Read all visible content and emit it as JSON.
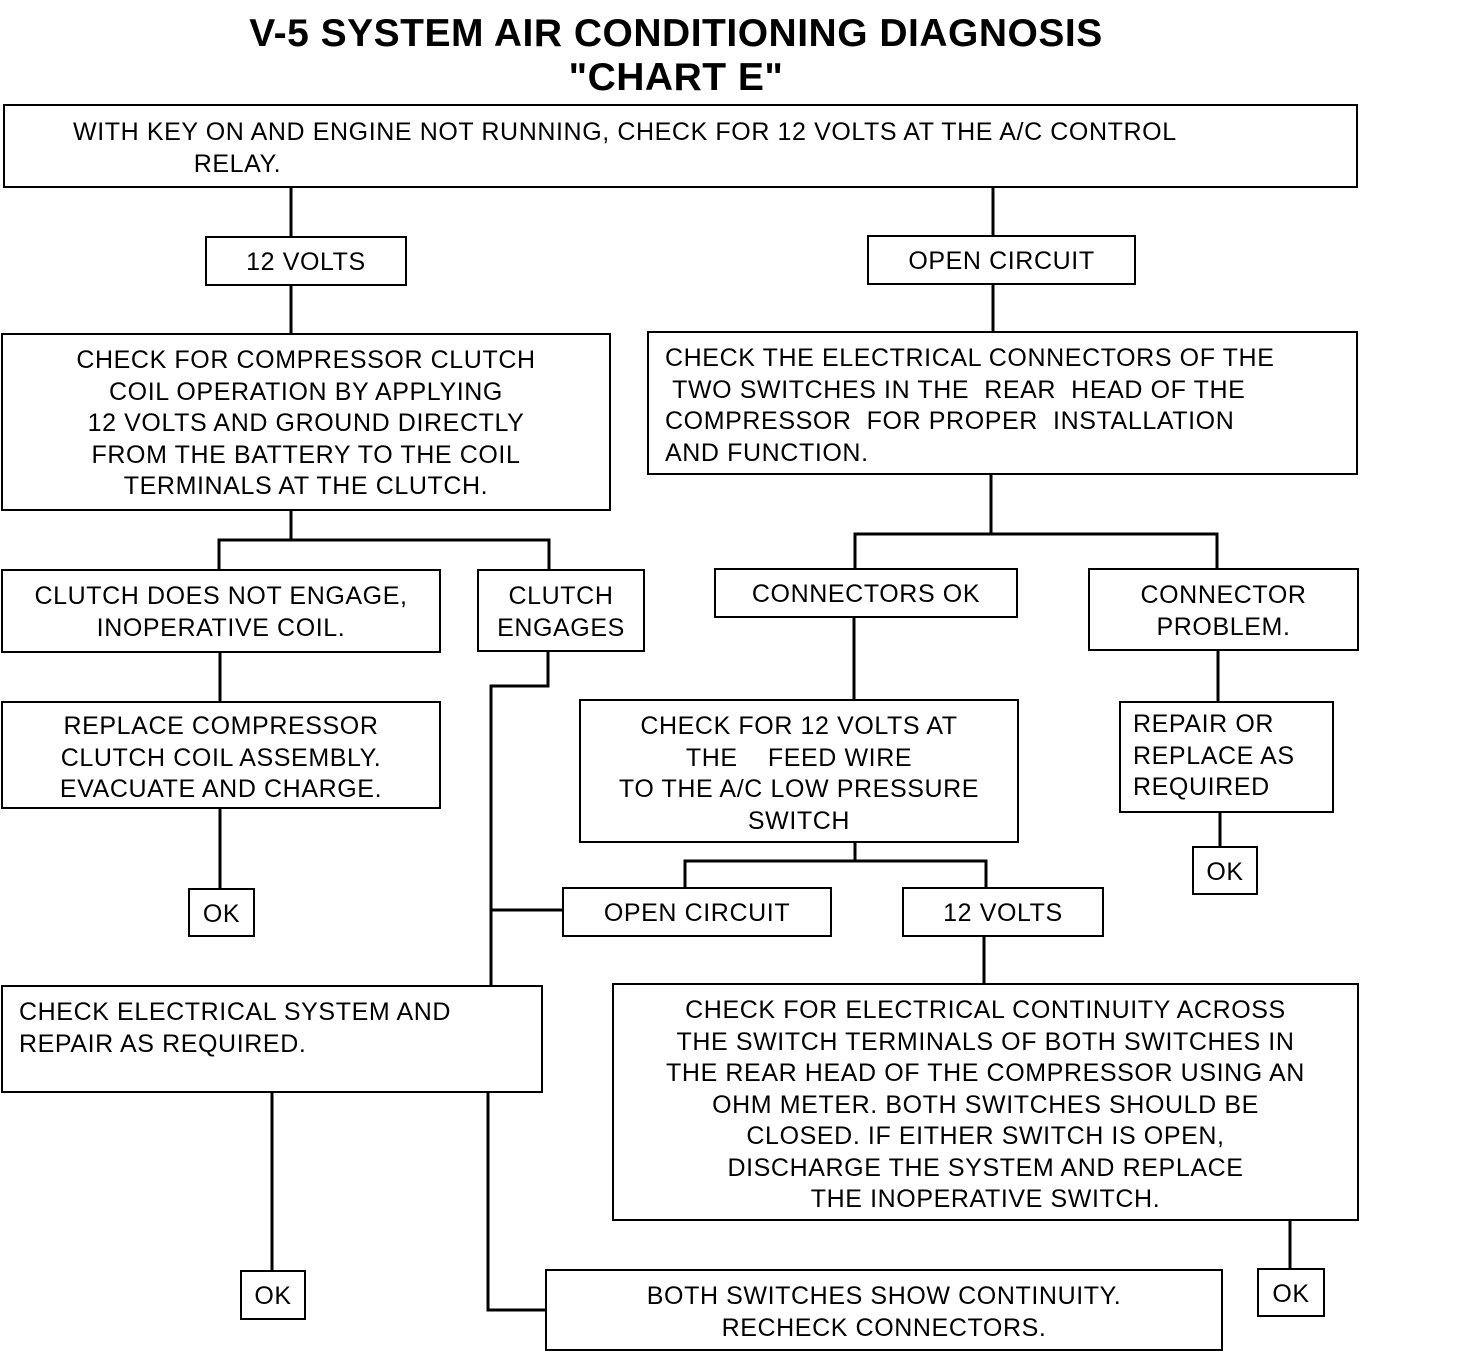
{
  "title": {
    "line1": "V-5 SYSTEM AIR CONDITIONING DIAGNOSIS",
    "line2": "\"CHART E\""
  },
  "nodes": {
    "start": "WITH KEY ON AND ENGINE NOT RUNNING, CHECK FOR 12 VOLTS AT THE A/C CONTROL\n                RELAY.",
    "twelve_volts_1": "12 VOLTS",
    "open_circuit_1": "OPEN CIRCUIT",
    "check_clutch_coil": "CHECK FOR COMPRESSOR CLUTCH\nCOIL OPERATION BY APPLYING\n12 VOLTS AND GROUND DIRECTLY\nFROM THE BATTERY TO THE COIL\nTERMINALS AT THE CLUTCH.",
    "check_connectors": "CHECK THE ELECTRICAL CONNECTORS OF THE\n TWO SWITCHES IN THE  REAR  HEAD OF THE\nCOMPRESSOR  FOR PROPER  INSTALLATION\nAND FUNCTION.",
    "clutch_not_engage": "CLUTCH DOES NOT ENGAGE,\nINOPERATIVE COIL.",
    "clutch_engages": "CLUTCH\nENGAGES",
    "connectors_ok": "CONNECTORS OK",
    "connector_problem": "CONNECTOR\nPROBLEM.",
    "replace_coil": "REPLACE COMPRESSOR\nCLUTCH COIL ASSEMBLY.\nEVACUATE AND CHARGE.",
    "check_feed_wire": "CHECK FOR 12 VOLTS AT\nTHE    FEED WIRE\nTO THE A/C LOW PRESSURE\nSWITCH",
    "repair_replace": "REPAIR OR\nREPLACE AS\nREQUIRED",
    "ok_1": "OK",
    "ok_2": "OK",
    "open_circuit_2": "OPEN CIRCUIT",
    "twelve_volts_2": "12 VOLTS",
    "check_electrical": "CHECK ELECTRICAL SYSTEM AND\nREPAIR AS REQUIRED.",
    "check_continuity": "CHECK FOR ELECTRICAL CONTINUITY ACROSS\nTHE SWITCH TERMINALS OF BOTH SWITCHES IN\nTHE REAR HEAD OF THE COMPRESSOR USING AN\nOHM METER. BOTH SWITCHES SHOULD BE\nCLOSED. IF EITHER SWITCH IS OPEN,\nDISCHARGE THE SYSTEM AND REPLACE\nTHE INOPERATIVE SWITCH.",
    "ok_3": "OK",
    "both_continuity": "BOTH SWITCHES SHOW CONTINUITY.\nRECHECK CONNECTORS.",
    "ok_4": "OK"
  }
}
